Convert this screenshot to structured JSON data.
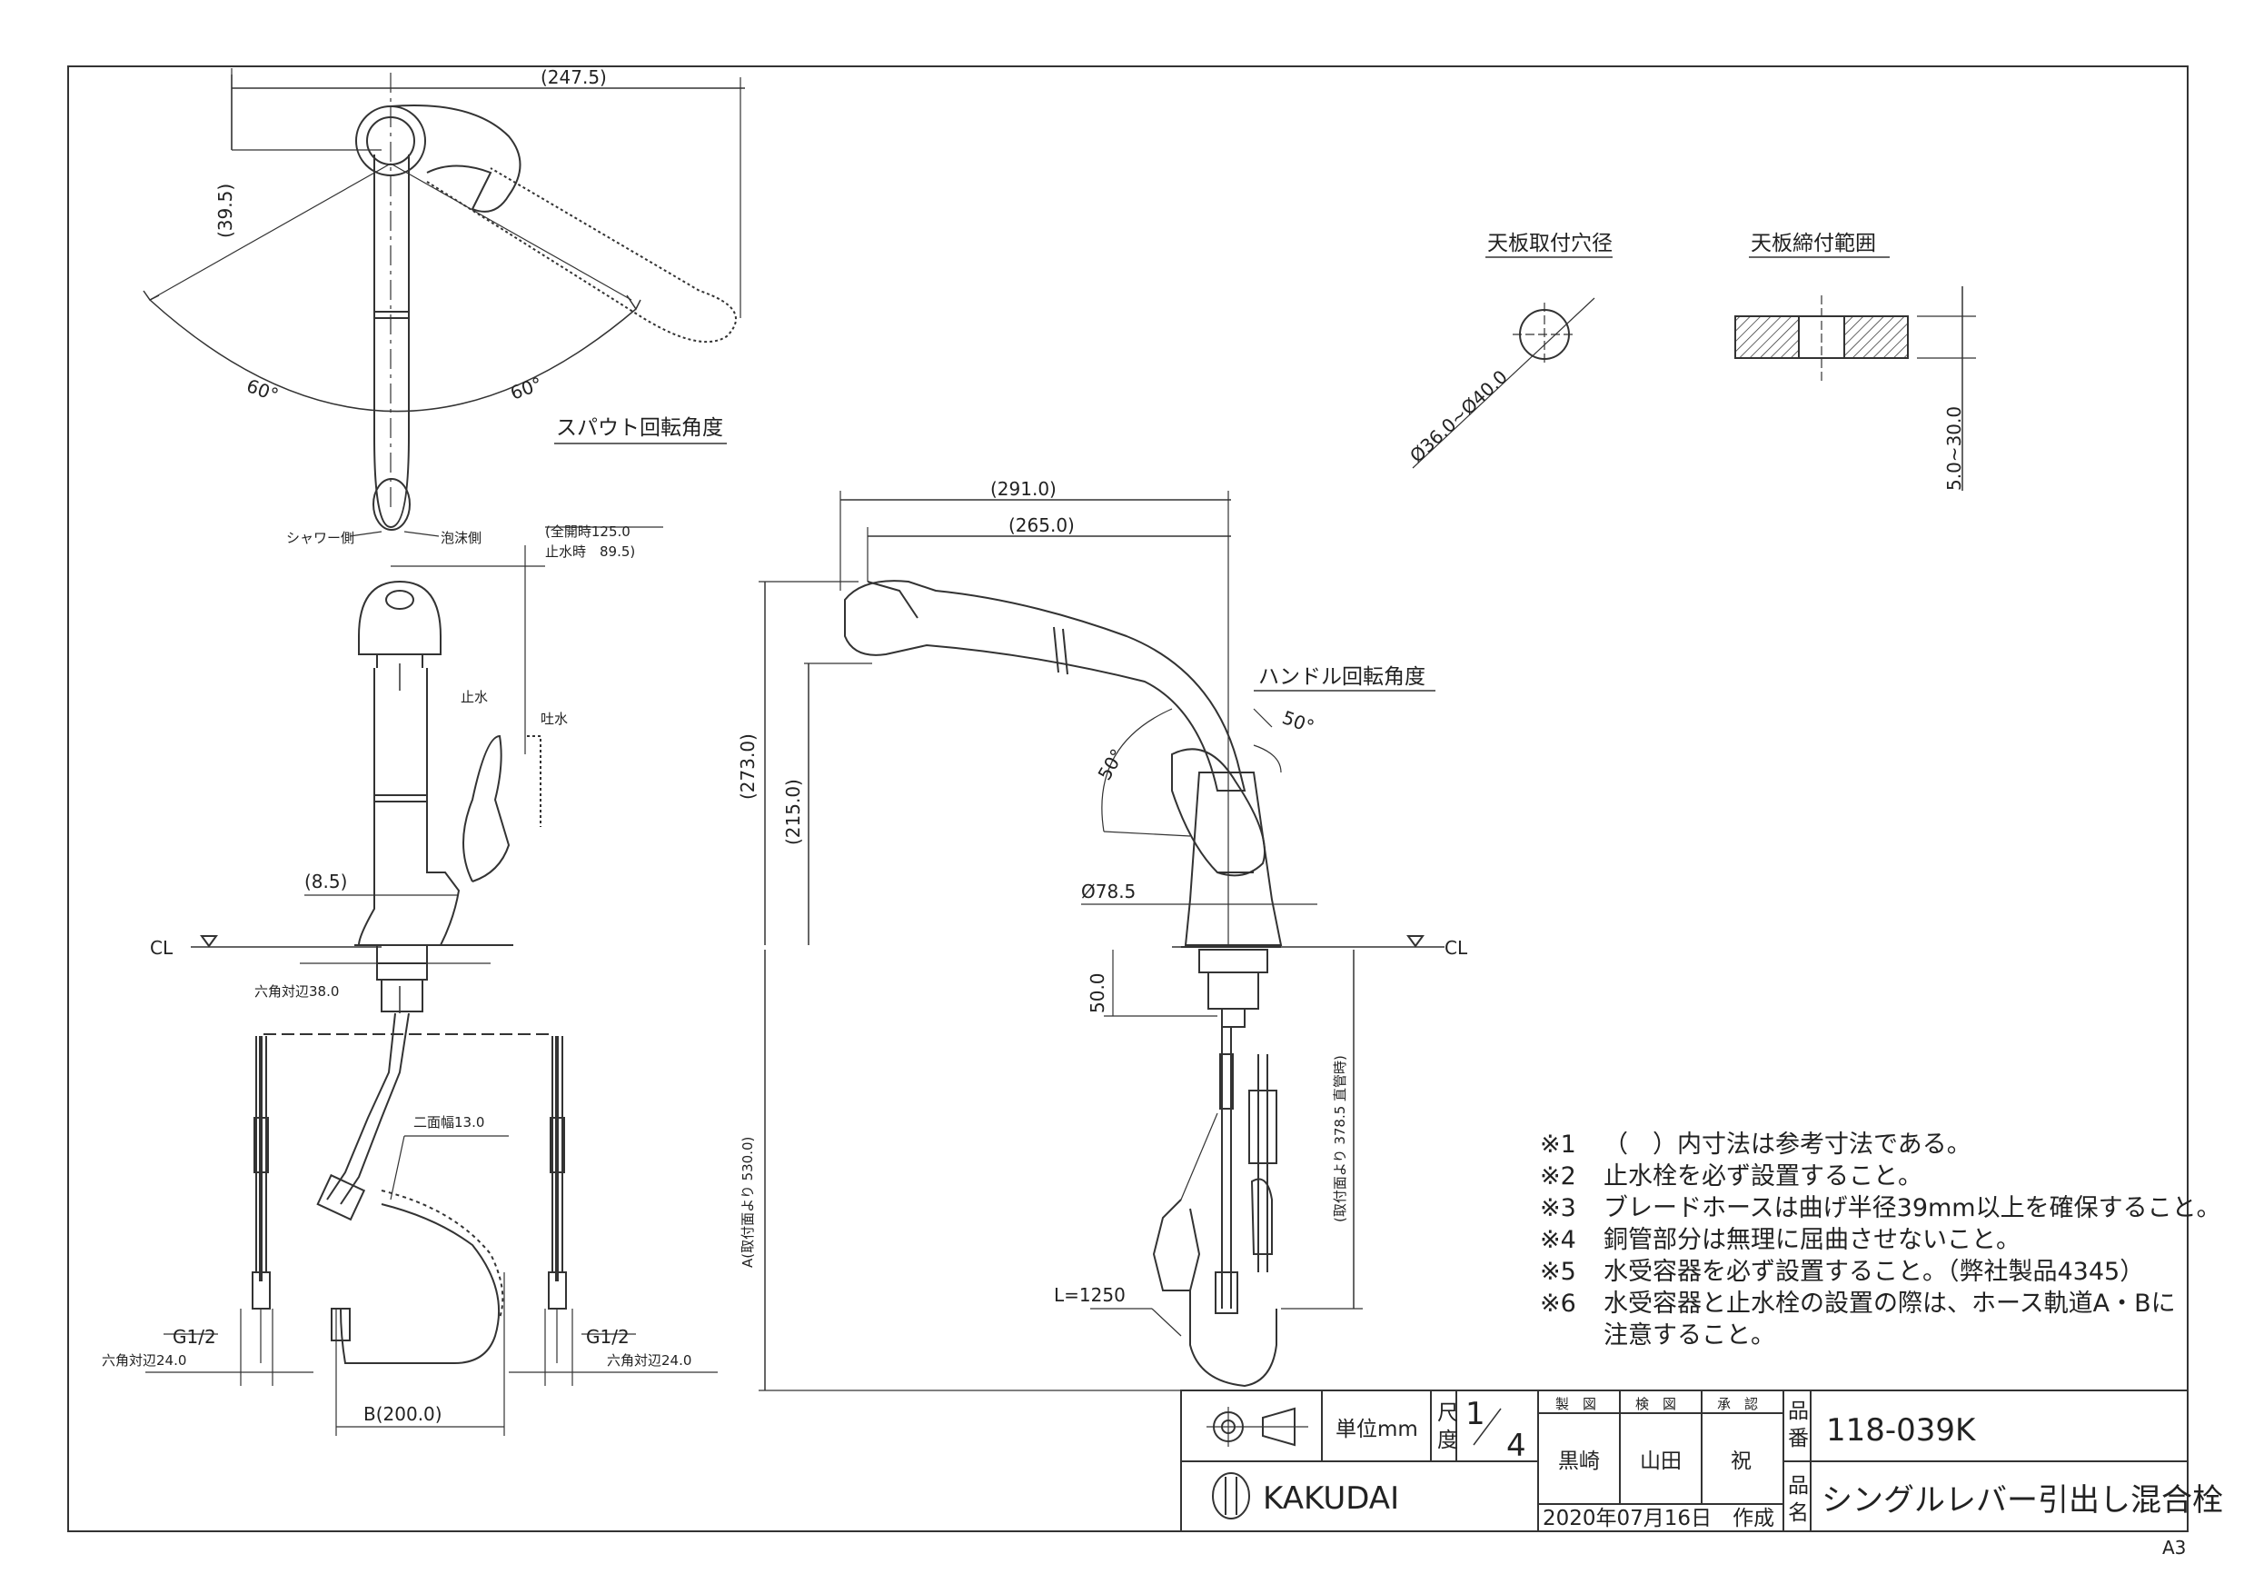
{
  "sheet": {
    "size": "A3",
    "cl": "CL"
  },
  "top_view": {
    "dim_width": "(247.5)",
    "dim_height": "(39.5)",
    "angle_left": "60°",
    "angle_right": "60°",
    "title": "スパウト回転角度",
    "shower_side": "シャワー側",
    "foam_side": "泡沫側"
  },
  "front_view": {
    "open_full": "(全開時125.0",
    "stop_time": "止水時　89.5)",
    "stop": "止水",
    "discharge": "吐水",
    "dim_offset": "(8.5)",
    "hex_top": "六角対辺38.0",
    "two_face": "二面幅13.0",
    "g_left": "G1/2",
    "g_right": "G1/2",
    "hex_left": "六角対辺24.0",
    "hex_right": "六角対辺24.0",
    "dim_b": "B(200.0)"
  },
  "side_view": {
    "dim_291": "(291.0)",
    "dim_265": "(265.0)",
    "dim_273": "(273.0)",
    "dim_215": "(215.0)",
    "handle_angle_title": "ハンドル回転角度",
    "angle_50_right": "50°",
    "angle_50_left": "50°",
    "dia_base": "Ø78.5",
    "dim_50": "50.0",
    "dim_a": "A(取付面より 530.0)",
    "dim_378": "(取付面より 378.5 直管時)",
    "hose_length": "L=1250"
  },
  "detail": {
    "hole_title": "天板取付穴径",
    "hole_dim": "Ø36.0~Ø40.0",
    "clamp_title": "天板締付範囲",
    "clamp_dim": "5.0~30.0"
  },
  "notes": [
    {
      "mark": "※1",
      "text": "（　）内寸法は参考寸法である。"
    },
    {
      "mark": "※2",
      "text": "止水栓を必ず設置すること。"
    },
    {
      "mark": "※3",
      "text": "ブレードホースは曲げ半径39mm以上を確保すること。"
    },
    {
      "mark": "※4",
      "text": "銅管部分は無理に屈曲させないこと。"
    },
    {
      "mark": "※5",
      "text": "水受容器を必ず設置すること。（弊社製品4345）"
    },
    {
      "mark": "※6",
      "text": "水受容器と止水栓の設置の際は、ホース軌道A・Bに"
    },
    {
      "mark": "",
      "text": "注意すること。"
    }
  ],
  "title_block": {
    "unit": "単位mm",
    "scale_label_1": "尺",
    "scale_label_2": "度",
    "scale_num": "1",
    "scale_den": "4",
    "col_made": "製　図",
    "col_checked": "検　図",
    "col_approved": "承　認",
    "made_by": "黒崎",
    "checked_by": "山田",
    "approved_by": "祝",
    "part_no_label_1": "品",
    "part_no_label_2": "番",
    "part_no": "118-039K",
    "name_label_1": "品",
    "name_label_2": "名",
    "name": "シングルレバー引出し混合栓",
    "brand": "KAKUDAI",
    "date": "2020年07月16日　作成"
  }
}
